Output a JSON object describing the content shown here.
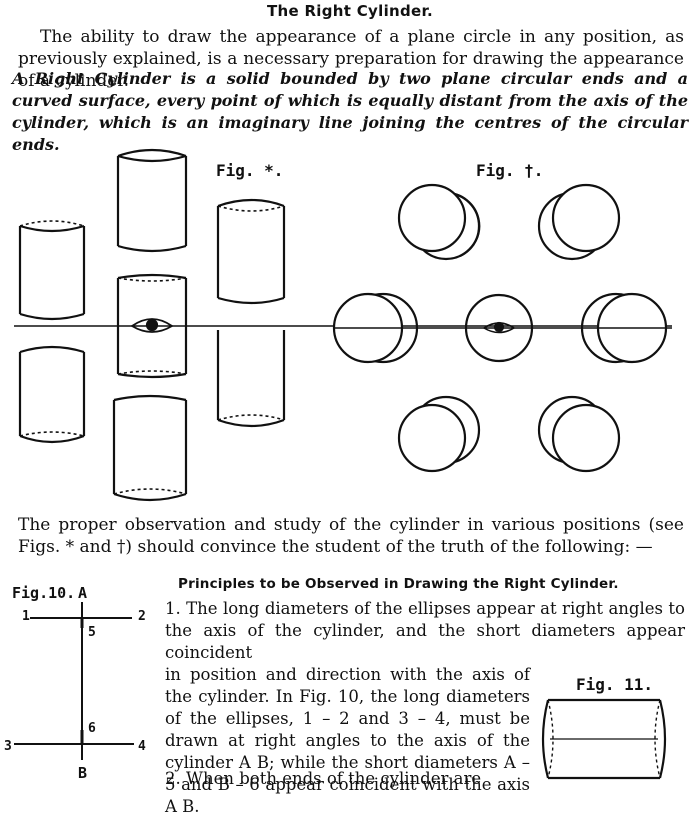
{
  "title": "The Right Cylinder.",
  "para1": "The ability to draw the appearance of a plane circle in any position, as previously explained, is a necessary preparation for drawing the appearance of a cylinder.",
  "para2": "A Right Cylinder is a solid bounded by two plane circular ends and a curved surface, every point of which is equally distant from the axis of the cylinder, which is an imaginary line joining the centres of the circular ends.",
  "para3": "The proper observation and study of the cylinder in various positions (see Figs. * and †) should convince the student of the truth of the following: —",
  "heading": "Principles to be Observed in Drawing the Right Cylinder.",
  "rule1": "1. The long diameters of the ellipses appear at right angles to the axis of the cylinder, and the short diameters appear coincident",
  "rule1_cont": "in position and direction with the axis of the cylinder. In Fig. 10, the long diameters of the ellipses, 1 – 2 and 3 – 4, must be drawn at right angles to the axis of the cylinder A B; while the short diameters A – 5 and B – 6 appear coincident with the axis A B.",
  "rule2": "2. When both ends of the cylinder are",
  "fig_star": "Fig. *.",
  "fig_dagger": "Fig. †.",
  "fig10": "Fig.10.",
  "fig11": "Fig. 11.",
  "fig10_labels": {
    "A": "A",
    "B": "B",
    "n1": "1",
    "n2": "2",
    "n3": "3",
    "n4": "4",
    "n5": "5",
    "n6": "6"
  }
}
